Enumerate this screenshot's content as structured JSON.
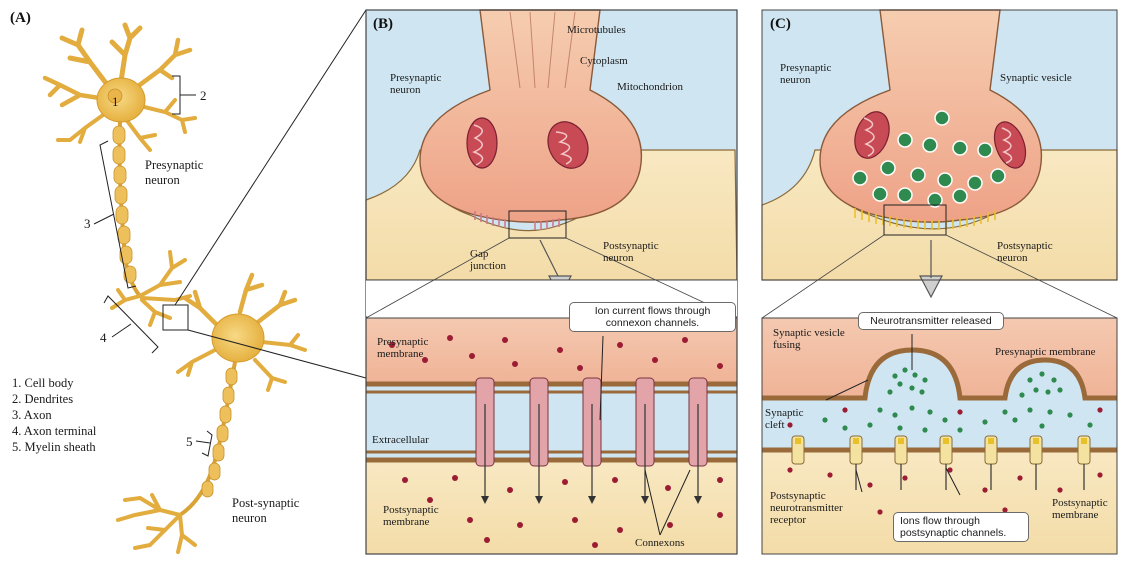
{
  "panel_a": {
    "label": "(A)",
    "markers": {
      "m1": "1",
      "m2": "2",
      "m3": "3",
      "m4": "4",
      "m5": "5"
    },
    "presynaptic": "Presynaptic neuron",
    "postsynaptic": "Post-synaptic neuron",
    "legend": [
      "1. Cell body",
      "2. Dendrites",
      "3. Axon",
      "4. Axon terminal",
      "5. Myelin sheath"
    ]
  },
  "panel_b": {
    "label": "(B)",
    "microtubules": "Microtubules",
    "cytoplasm": "Cytoplasm",
    "mitochondrion": "Mitochondrion",
    "presynaptic_neuron": "Presynaptic neuron",
    "postsynaptic_neuron": "Postsynaptic neuron",
    "gap_junction": "Gap junction",
    "callout": "Ion current flows through connexon channels.",
    "presynaptic_membrane": "Presynaptic membrane",
    "extracellular": "Extracellular",
    "postsynaptic_membrane": "Postsynaptic membrane",
    "connexons": "Connexons"
  },
  "panel_c": {
    "label": "(C)",
    "presynaptic_neuron": "Presynaptic neuron",
    "synaptic_vesicle": "Synaptic vesicle",
    "postsynaptic_neuron": "Postsynaptic neuron",
    "neurotransmitter_released": "Neurotransmitter released",
    "vesicle_fusing": "Synaptic vesicle fusing",
    "presynaptic_membrane": "Presynaptic membrane",
    "synaptic_cleft": "Synaptic cleft",
    "receptor": "Postsynaptic neurotransmitter receptor",
    "ions_flow": "Ions flow through postsynaptic channels.",
    "postsynaptic_membrane": "Postsynaptic membrane"
  },
  "colors": {
    "neuron": "#e8b94a",
    "neuron_dark": "#c8922a",
    "presyn_terminal": "#f0b598",
    "postsyn_cell": "#f7e4b6",
    "extracellular": "#cfe6f2",
    "membrane": "#9a6a3a",
    "mitochondria": "#c84a55",
    "vesicle": "#2f8a4f",
    "ion": "#9b1c33"
  }
}
